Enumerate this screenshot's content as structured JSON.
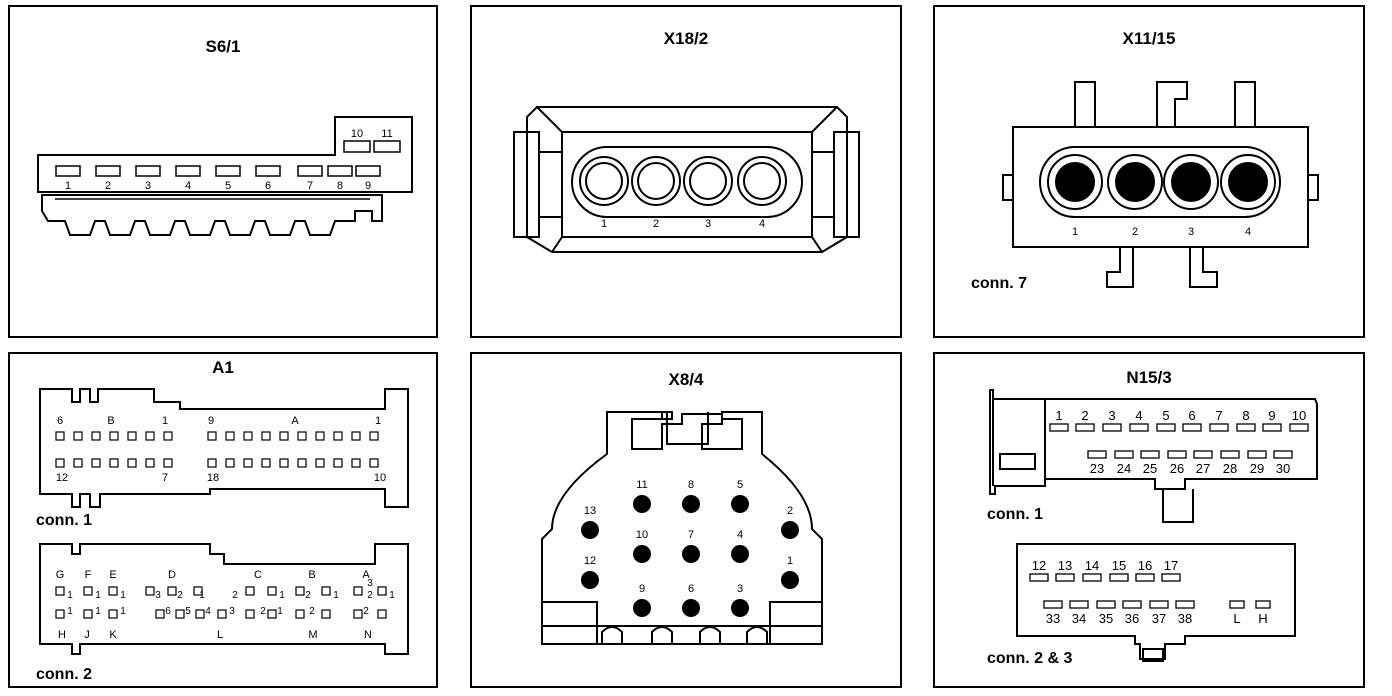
{
  "panels": {
    "s6_1": {
      "title": "S6/1",
      "pins_low": [
        "1",
        "2",
        "3",
        "4",
        "5",
        "6",
        "7",
        "8",
        "9"
      ],
      "pins_high": [
        "10",
        "11"
      ]
    },
    "x18_2": {
      "title": "X18/2",
      "pins": [
        "1",
        "2",
        "3",
        "4"
      ]
    },
    "x11_15": {
      "title": "X11/15",
      "pins": [
        "1",
        "2",
        "3",
        "4"
      ],
      "conn_label": "conn. 7"
    },
    "a1": {
      "title": "A1",
      "conn1": {
        "label": "conn. 1",
        "left_top": [
          "6",
          "B",
          "1"
        ],
        "left_bottom": [
          "12",
          "7"
        ],
        "right_top": [
          "9",
          "A",
          "1"
        ],
        "right_bottom": [
          "18",
          "10"
        ]
      },
      "conn2": {
        "label": "conn. 2",
        "letters_top": [
          "G",
          "F",
          "E",
          "D",
          "C",
          "B",
          "A"
        ],
        "letters_bottom": [
          "H",
          "J",
          "K",
          "L",
          "M",
          "N"
        ],
        "small_numbers": [
          "1",
          "1",
          "1",
          "1",
          "1",
          "1",
          "1",
          "1",
          "1",
          "1",
          "1",
          "2",
          "2",
          "2",
          "2",
          "2",
          "2",
          "2",
          "3",
          "3",
          "3",
          "4",
          "5",
          "6"
        ]
      }
    },
    "x8_4": {
      "title": "X8/4",
      "pins": [
        "1",
        "2",
        "3",
        "4",
        "5",
        "6",
        "7",
        "8",
        "9",
        "10",
        "11",
        "12",
        "13"
      ]
    },
    "n15_3": {
      "title": "N15/3",
      "conn1": {
        "label": "conn. 1",
        "row1": [
          "1",
          "2",
          "3",
          "4",
          "5",
          "6",
          "7",
          "8",
          "9",
          "10"
        ],
        "row2": [
          "23",
          "24",
          "25",
          "26",
          "27",
          "28",
          "29",
          "30"
        ]
      },
      "conn23": {
        "label": "conn.  2 & 3",
        "row1": [
          "12",
          "13",
          "14",
          "15",
          "16",
          "17"
        ],
        "row2": [
          "33",
          "34",
          "35",
          "36",
          "37",
          "38"
        ],
        "extra": [
          "L",
          "H"
        ]
      }
    }
  }
}
